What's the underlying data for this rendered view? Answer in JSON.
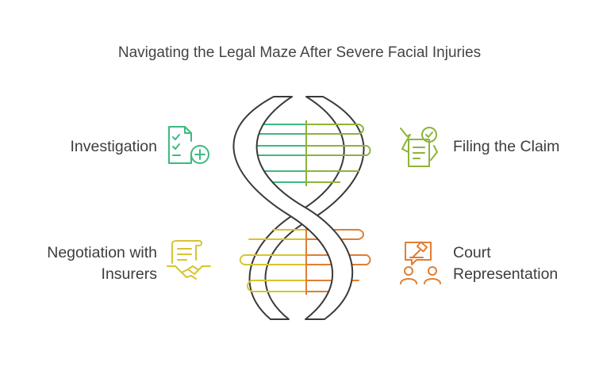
{
  "title": "Navigating the Legal Maze After Severe Facial Injuries",
  "steps": [
    {
      "label": "Investigation",
      "icon": "checklist-plus-icon",
      "color": "#3dba7f"
    },
    {
      "label": "Filing the Claim",
      "icon": "handwritten-form-check-icon",
      "color": "#8cb43a"
    },
    {
      "label_line1": "Negotiation with",
      "label_line2": "Insurers",
      "icon": "document-handshake-icon",
      "color": "#d6c431"
    },
    {
      "label_line1": "Court",
      "label_line2": "Representation",
      "icon": "gavel-people-icon",
      "color": "#e07e32"
    }
  ],
  "colors": {
    "green": "#3dba7f",
    "lime": "#8cb43a",
    "yellow": "#d6c431",
    "orange": "#e07e32",
    "strand": "#3a3a3a"
  }
}
